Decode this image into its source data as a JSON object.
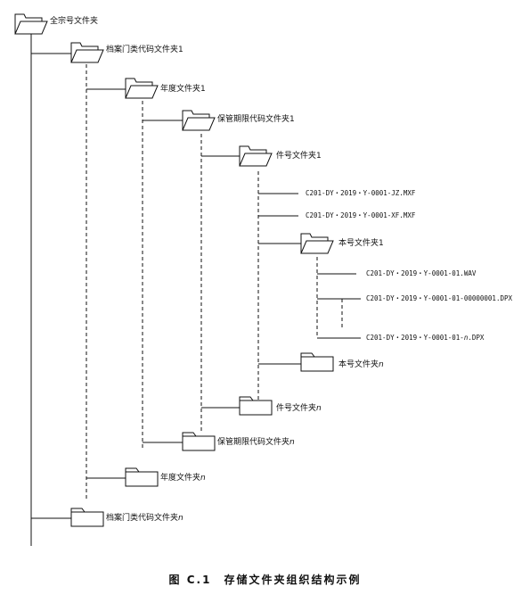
{
  "folders": {
    "root": "全宗号文件夹",
    "category1": "档案门类代码文件夹1",
    "year1": "年度文件夹1",
    "retention1": "保管期限代码文件夹1",
    "item1": "件号文件夹1",
    "volume1": "本号文件夹1",
    "volumeN": "本号文件夹",
    "itemN": "件号文件夹",
    "retentionN": "保管期限代码文件夹",
    "yearN": "年度文件夹",
    "categoryN": "档案门类代码文件夹"
  },
  "suffix_n": "n",
  "files": {
    "jz": "C201-DY・2019・Y-0001-JZ.MXF",
    "xf": "C201-DY・2019・Y-0001-XF.MXF",
    "wav": "C201-DY・2019・Y-0001-01.WAV",
    "dpx1": "C201-DY・2019・Y-0001-01-00000001.DPX",
    "dpxN_prefix": "C201-DY・2019・Y-0001-01-",
    "dpxN_ext": ".DPX"
  },
  "caption": "图 C.1　存储文件夹组织结构示例"
}
